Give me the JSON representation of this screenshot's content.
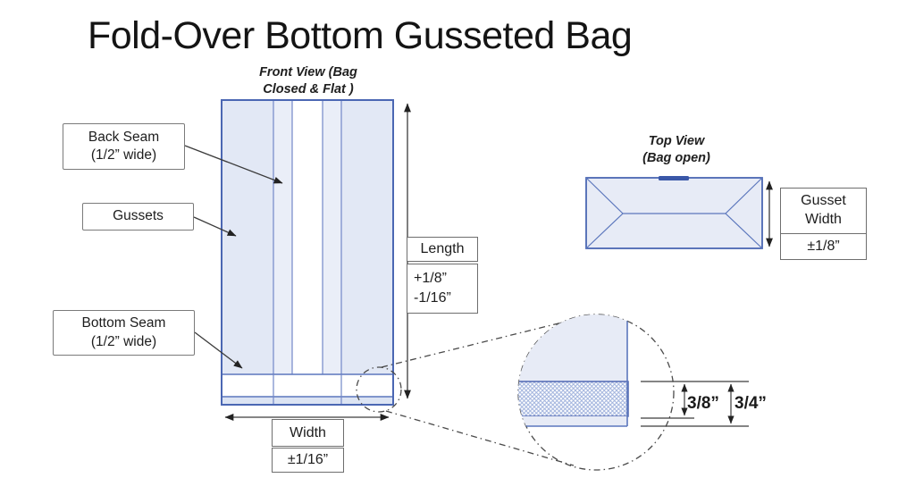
{
  "title": "Fold-Over Bottom Gusseted Bag",
  "front_view": {
    "caption_line1": "Front View (Bag",
    "caption_line2": "Closed & Flat )",
    "back_seam_label_line1": "Back Seam",
    "back_seam_label_line2": "(1/2” wide)",
    "gussets_label": "Gussets",
    "bottom_seam_label_line1": "Bottom Seam",
    "bottom_seam_label_line2": "(1/2” wide)",
    "length_label": "Length",
    "length_tolerance_plus": "+1/8”",
    "length_tolerance_minus": "-1/16”",
    "width_label": "Width",
    "width_tolerance": "±1/16”"
  },
  "top_view": {
    "caption_line1": "Top View",
    "caption_line2": "(Bag open)",
    "gusset_width_label_line1": "Gusset",
    "gusset_width_label_line2": "Width",
    "gusset_width_tolerance": "±1/8”"
  },
  "detail_view": {
    "seam_depth_dimension": "3/8”",
    "fold_height_dimension": "3/4”"
  },
  "colors": {
    "bag_fill": "#e2e8f5",
    "bag_fill_light": "#eaeef8",
    "bag_border": "#4b67b3",
    "inner_line": "#7388c8",
    "seam_mark": "#3a57a8",
    "crosshatch": "#9db0dc",
    "dimension_line": "#3c3c3c",
    "box_border": "#7a7a7a",
    "text": "#1d1d1d"
  }
}
